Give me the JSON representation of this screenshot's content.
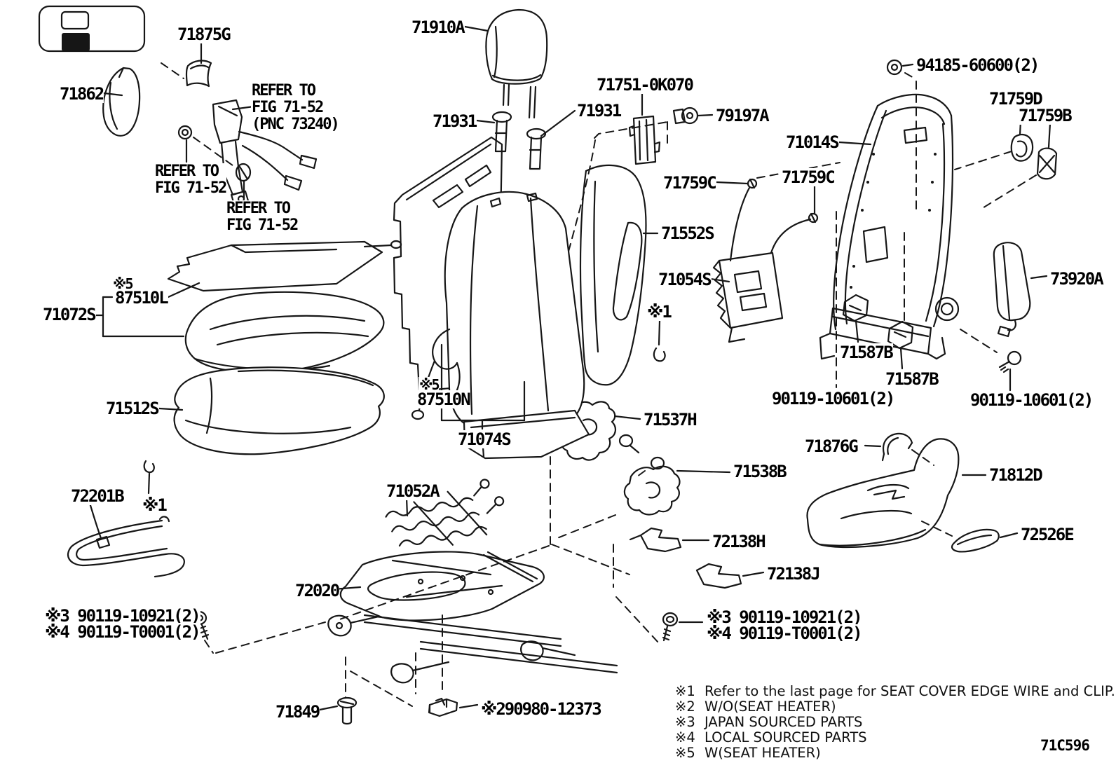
{
  "diagram_code": "71C596",
  "legend": {
    "outline_swatch_icon": "outline-swatch",
    "filled_swatch_icon": "filled-swatch"
  },
  "labels": [
    {
      "id": "71875G",
      "text": "71875G"
    },
    {
      "id": "71862",
      "text": "71862"
    },
    {
      "id": "refer-pnc",
      "text": "REFER TO\nFIG 71-52\n(PNC 73240)"
    },
    {
      "id": "refer-a",
      "text": "REFER TO\nFIG 71-52"
    },
    {
      "id": "refer-b",
      "text": "REFER TO\nFIG 71-52"
    },
    {
      "id": "71910A",
      "text": "71910A"
    },
    {
      "id": "71931-left",
      "text": "71931"
    },
    {
      "id": "71931-right",
      "text": "71931"
    },
    {
      "id": "71751-0K070",
      "text": "71751-0K070"
    },
    {
      "id": "79197A",
      "text": "79197A"
    },
    {
      "id": "94185-60600",
      "text": "94185-60600(2)"
    },
    {
      "id": "71759D",
      "text": "71759D"
    },
    {
      "id": "71759B",
      "text": "71759B"
    },
    {
      "id": "71014S",
      "text": "71014S"
    },
    {
      "id": "71759C-left",
      "text": "71759C"
    },
    {
      "id": "71759C-right",
      "text": "71759C"
    },
    {
      "id": "71552S",
      "text": "71552S"
    },
    {
      "id": "71054S",
      "text": "71054S"
    },
    {
      "id": "73920A",
      "text": "73920A"
    },
    {
      "id": "ref1-right",
      "text": "※1"
    },
    {
      "id": "ref5-upper",
      "text": "※5"
    },
    {
      "id": "87510L",
      "text": "87510L"
    },
    {
      "id": "71072S",
      "text": "71072S"
    },
    {
      "id": "71512S",
      "text": "71512S"
    },
    {
      "id": "ref5-lower",
      "text": "※5"
    },
    {
      "id": "87510N",
      "text": "87510N"
    },
    {
      "id": "71074S",
      "text": "71074S"
    },
    {
      "id": "71537H",
      "text": "71537H"
    },
    {
      "id": "71587B-upper",
      "text": "71587B"
    },
    {
      "id": "71587B-lower",
      "text": "71587B"
    },
    {
      "id": "90119-10601-left",
      "text": "90119-10601(2)"
    },
    {
      "id": "90119-10601-right",
      "text": "90119-10601(2)"
    },
    {
      "id": "71876G",
      "text": "71876G"
    },
    {
      "id": "71812D",
      "text": "71812D"
    },
    {
      "id": "72526E",
      "text": "72526E"
    },
    {
      "id": "71538B",
      "text": "71538B"
    },
    {
      "id": "72138H",
      "text": "72138H"
    },
    {
      "id": "72138J",
      "text": "72138J"
    },
    {
      "id": "72201B",
      "text": "72201B"
    },
    {
      "id": "ref1-left",
      "text": "※1"
    },
    {
      "id": "71052A",
      "text": "71052A"
    },
    {
      "id": "72020",
      "text": "72020"
    },
    {
      "id": "bolt-left-3",
      "text": "※3 90119-10921(2)"
    },
    {
      "id": "bolt-left-4",
      "text": "※4 90119-T0001(2)"
    },
    {
      "id": "bolt-right-3",
      "text": "※3 90119-10921(2)"
    },
    {
      "id": "bolt-right-4",
      "text": "※4 90119-T0001(2)"
    },
    {
      "id": "71849",
      "text": "71849"
    },
    {
      "id": "90980-12373",
      "text": "※290980-12373"
    }
  ],
  "notes": [
    {
      "marker": "※1",
      "text": "Refer to the last page for SEAT COVER EDGE WIRE and CLIP."
    },
    {
      "marker": "※2",
      "text": "W/O(SEAT HEATER)"
    },
    {
      "marker": "※3",
      "text": "JAPAN SOURCED PARTS"
    },
    {
      "marker": "※4",
      "text": "LOCAL SOURCED PARTS"
    },
    {
      "marker": "※5",
      "text": "W(SEAT HEATER)"
    }
  ]
}
